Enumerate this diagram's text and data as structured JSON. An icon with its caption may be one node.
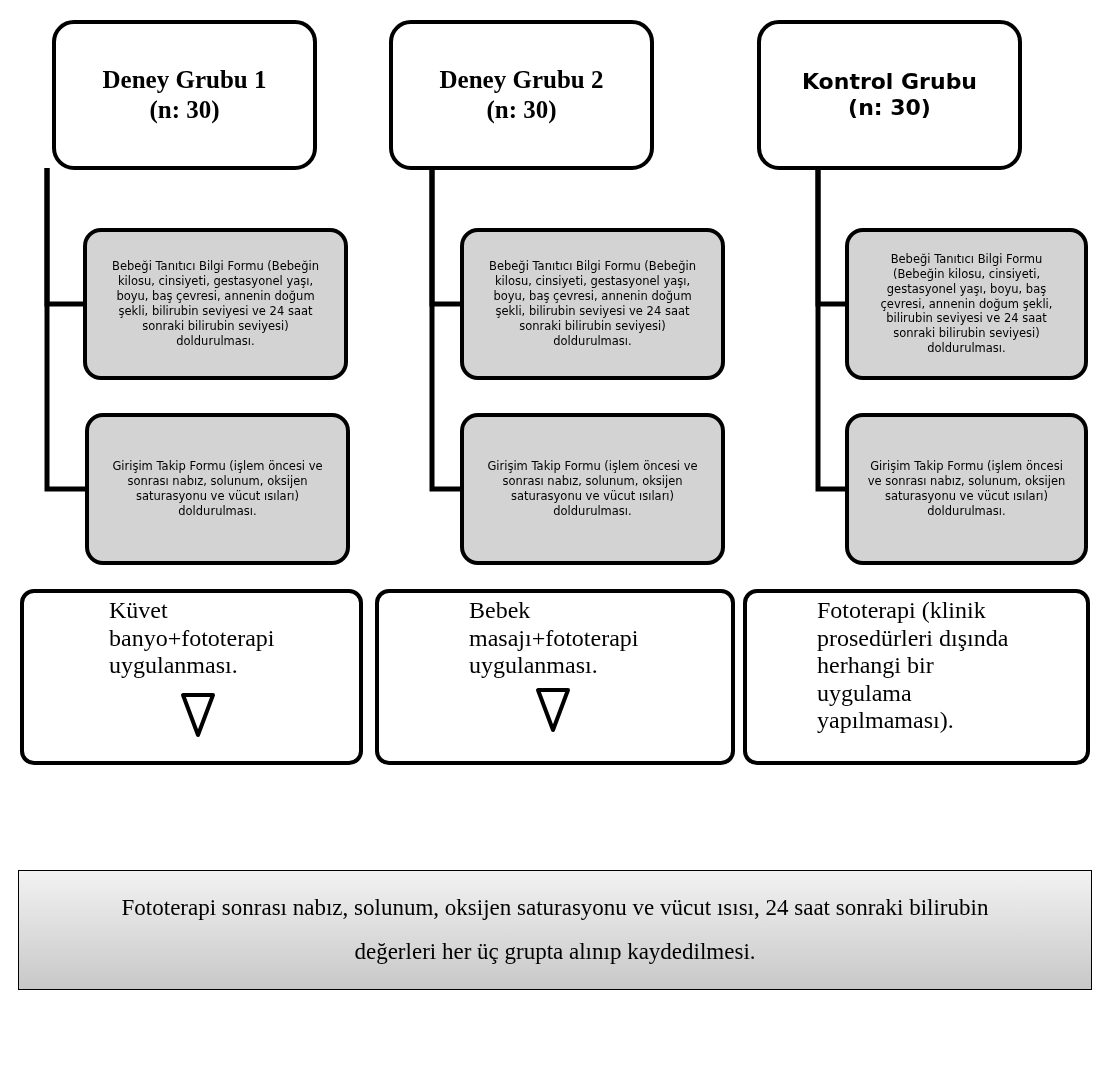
{
  "diagram": {
    "nodes": [
      {
        "text": [
          "Deney Grubu 1 (n: 30)"
        ]
      },
      {
        "text": [
          "Deney Grubu 2 (n: 30)"
        ]
      },
      {
        "text": [
          "Kontrol Grubu (n: 30)"
        ]
      },
      {
        "text": [
          "Bebeği Tanıtıcı Bilgi Formu (Bebeğin kilosu, cinsiyeti, gestasyonel yaşı, boyu, baş çevresi, annenin doğum şekli, bilirubin seviyesi ve 24 saat sonraki bilirubin seviyesi) doldurulması."
        ]
      },
      {
        "text": [
          "Bebeği Tanıtıcı Bilgi Formu (Bebeğin kilosu, cinsiyeti, gestasyonel yaşı, boyu, baş çevresi, annenin doğum şekli, bilirubin seviyesi ve 24 saat sonraki bilirubin seviyesi) doldurulması."
        ]
      },
      {
        "text": [
          "Bebeği Tanıtıcı Bilgi Formu (Bebeğin kilosu, cinsiyeti, gestasyonel yaşı, boyu, baş çevresi, annenin doğum şekli, bilirubin seviyesi ve 24 saat sonraki bilirubin seviyesi) doldurulması."
        ]
      },
      {
        "text": [
          "Girişim Takip Formu (işlem öncesi ve sonrası nabız, solunum, oksijen saturasyonu ve vücut ısıları) doldurulması."
        ]
      },
      {
        "text": [
          "Girişim Takip Formu (işlem öncesi ve sonrası nabız, solunum, oksijen saturasyonu ve vücut ısıları) doldurulması."
        ]
      },
      {
        "text": [
          "Girişim Takip Formu (işlem öncesi ve sonrası nabız, solunum, oksijen saturasyonu ve vücut ısıları) doldurulması."
        ]
      },
      {
        "text": [
          "Küvet banyo+fototerapi uygulanması."
        ]
      },
      {
        "text": [
          "Bebek masajı+fototerapi uygulanması."
        ]
      },
      {
        "text": [
          "Fototerapi (klinik prosedürleri dışında herhangi bir uygulama yapılmaması)."
        ]
      },
      {
        "text": [
          "Fototerapi sonrası nabız, solunum, oksijen saturasyonu ve vücut ısısı, 24 saat sonraki bilirubin değerleri her üç grupta alınıp kaydedilmesi."
        ]
      }
    ],
    "edges": [
      {
        "from": 0,
        "to": 3,
        "arrow": "none"
      },
      {
        "from": 0,
        "to": 6,
        "arrow": "none"
      },
      {
        "from": 1,
        "to": 4,
        "arrow": "none"
      },
      {
        "from": 1,
        "to": 7,
        "arrow": "none"
      },
      {
        "from": 2,
        "to": 5,
        "arrow": "none"
      },
      {
        "from": 2,
        "to": 8,
        "arrow": "none"
      }
    ]
  }
}
